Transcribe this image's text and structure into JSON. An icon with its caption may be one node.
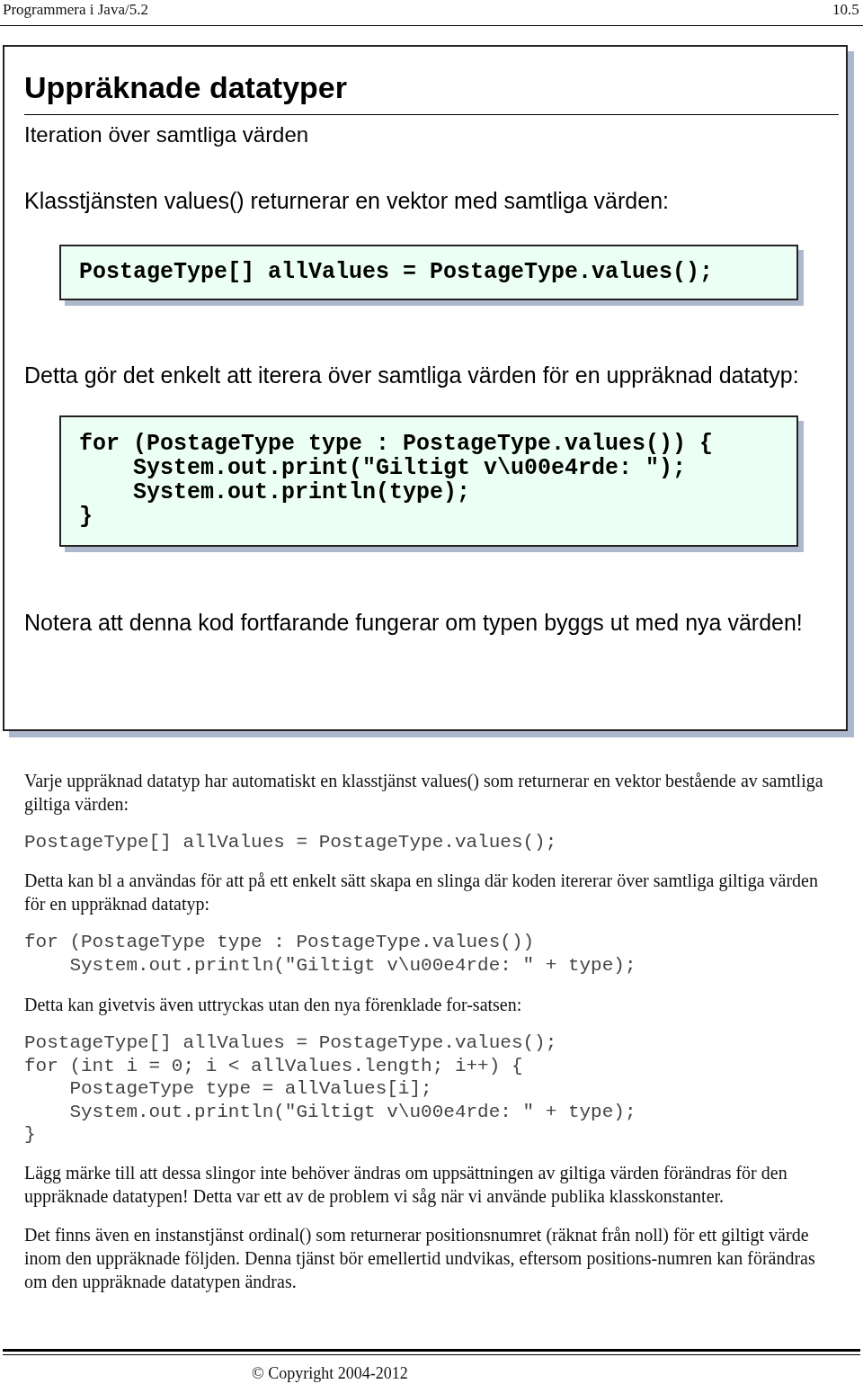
{
  "diagram": {
    "title": "Uppräknade datatyper",
    "nodes": [
      {
        "text": [
          "Iteration över samtliga värden",
          "Klasstjänsten values() returnerar en vektor med samtliga värden:",
          "Detta gör det enkelt att iterera över samtliga värden för en uppräknad datatyp:",
          "Notera att denna kod fortfarande fungerar om typen byggs ut med nya värden!"
        ]
      },
      {
        "text": [
          "PostageType[] allValues = PostageType.values();"
        ],
        "in": 0
      },
      {
        "text": [
          "for (PostageType type : PostageType.values()) {",
          "    System.out.print(\"Giltigt v\\u00e4rde: \");",
          "    System.out.println(type);",
          "}"
        ],
        "in": 0
      }
    ],
    "edges": [],
    "labels": [
      "Programmera i Java/5.2",
      "10.5",
      "Varje uppräknad datatyp har automatiskt en klasstjänst values() som returnerar en vektor bestående av samtliga giltiga värden:",
      "PostageType[] allValues = PostageType.values();",
      "Detta kan bl a användas för att på ett enkelt sätt skapa en slinga där koden itererar över samtliga giltiga värden för en uppräknad datatyp:",
      "for (PostageType type : PostageType.values())",
      "    System.out.println(\"Giltigt v\\u00e4rde: \" + type);",
      "Detta kan givetvis även uttryckas utan den nya förenklade for-satsen:",
      "PostageType[] allValues = PostageType.values();",
      "for (int i = 0; i < allValues.length; i++) {",
      "    PostageType type = allValues[i];",
      "    System.out.println(\"Giltigt v\\u00e4rde: \" + type);",
      "}",
      "Lägg märke till att dessa slingor inte behöver ändras om uppsättningen av giltiga värden förändras för den uppräknade datatypen! Detta var ett av de problem vi såg när vi använde publika klasskonstanter.",
      "Det finns även en instanstjänst ordinal() som returnerar positionsnumret (räknat från noll) för ett giltigt värde inom den uppräknade följden. Denna tjänst bör emellertid undvikas, eftersom positions-numren kan förändras om den uppräknade datatypen ändras.",
      "© Copyright 2004-2012"
    ]
  }
}
